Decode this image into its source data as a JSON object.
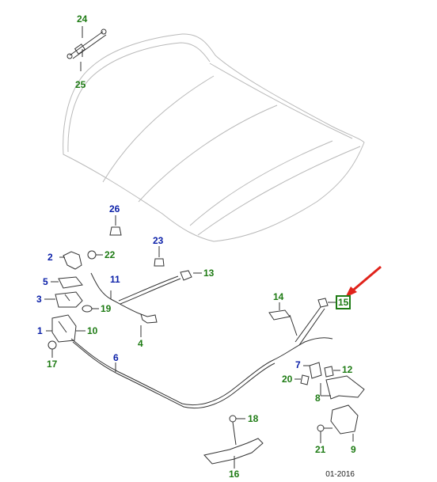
{
  "callouts": {
    "c1": "1",
    "c2": "2",
    "c3": "3",
    "c4": "4",
    "c5": "5",
    "c6": "6",
    "c7": "7",
    "c8": "8",
    "c9": "9",
    "c10": "10",
    "c11": "11",
    "c12": "12",
    "c13": "13",
    "c14": "14",
    "c15": "15",
    "c16": "16",
    "c17": "17",
    "c18": "18",
    "c19": "19",
    "c20": "20",
    "c21": "21",
    "c22": "22",
    "c23": "23",
    "c24": "24",
    "c25": "25",
    "c26": "26"
  },
  "footer": {
    "date_code": "01-2016"
  },
  "colors": {
    "blue_label": "#0a1fa8",
    "green_label": "#1e7b14",
    "highlight_arrow": "#e0231b",
    "hood_outline": "#b8b8b8",
    "parts_outline": "#333333"
  }
}
